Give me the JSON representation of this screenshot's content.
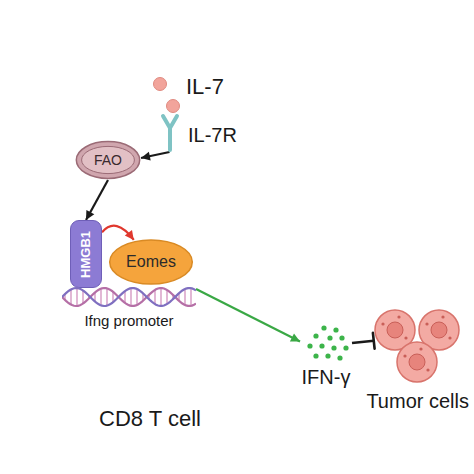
{
  "diagram": {
    "nodes": [
      {
        "text": [
          "IL-7"
        ]
      },
      {
        "text": [
          "CD8 T cell"
        ]
      },
      {
        "text": [
          "IL-7R"
        ],
        "in": 1
      },
      {
        "text": [
          "FAO"
        ],
        "in": 1
      },
      {
        "text": [
          "HMGB1"
        ],
        "in": 1
      },
      {
        "text": [
          "Eomes"
        ],
        "in": 1
      },
      {
        "text": [
          "Ifng promoter"
        ],
        "in": 1
      },
      {
        "text": [
          "IFN-γ"
        ]
      },
      {
        "text": [
          "Tumor cells"
        ]
      }
    ],
    "edges": [
      {
        "from": 2,
        "to": 3,
        "arrow": "to"
      },
      {
        "from": 3,
        "to": 4,
        "arrow": "to"
      },
      {
        "from": 4,
        "to": 5,
        "arrow": "to"
      },
      {
        "from": 6,
        "to": 7,
        "arrow": "to"
      },
      {
        "from": 7,
        "to": 8,
        "arrow": "to"
      }
    ]
  }
}
